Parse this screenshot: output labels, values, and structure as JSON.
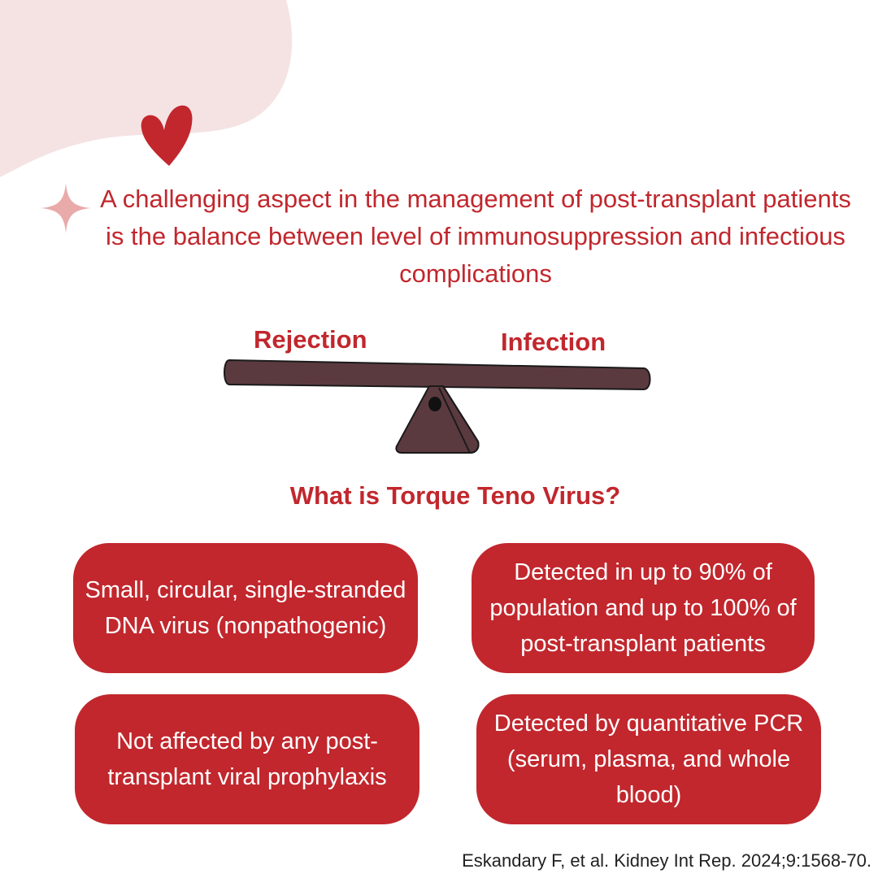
{
  "colors": {
    "accent": "#c1272d",
    "blob": "#f5e3e3",
    "sparkle": "#e9aaaa",
    "seesaw": "#5b3a3f"
  },
  "icons": [
    "heart-icon",
    "sparkle-icon",
    "seesaw-illustration"
  ],
  "intro_text": "A challenging aspect in the management of post-transplant patients is the balance between level of immunosuppression and infectious complications",
  "seesaw": {
    "left_label": "Rejection",
    "right_label": "Infection"
  },
  "question": "What is Torque Teno Virus?",
  "cards": [
    "Small, circular, single-stranded DNA virus (nonpathogenic)",
    "Detected in up to 90% of population and up to 100% of post-transplant patients",
    "Not affected by any post-transplant viral prophylaxis",
    "Detected by quantitative PCR (serum, plasma, and whole blood)"
  ],
  "citation": "Eskandary F, et al. Kidney Int Rep. 2024;9:1568-70."
}
